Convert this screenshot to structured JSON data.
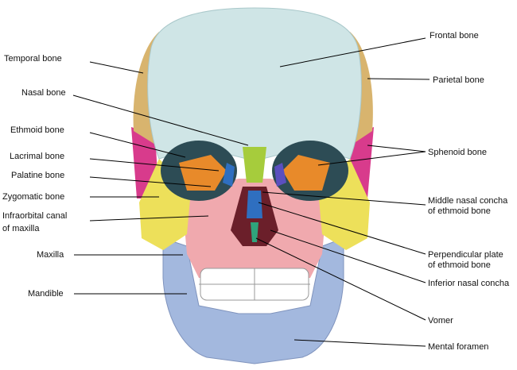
{
  "title": "Anterior view of the skull",
  "labels_left": {
    "temporal": "Temporal bone",
    "nasal": "Nasal bone",
    "ethmoid": "Ethmoid bone",
    "lacrimal": "Lacrimal bone",
    "palatine": "Palatine bone",
    "zygomatic": "Zygomatic bone",
    "infraorbital_1": "Infraorbital canal",
    "infraorbital_2": "of maxilla",
    "maxilla": "Maxilla",
    "mandible": "Mandible"
  },
  "labels_right": {
    "frontal": "Frontal bone",
    "parietal": "Parietal bone",
    "sphenoid": "Sphenoid bone",
    "middle_concha_1": "Middle nasal concha",
    "middle_concha_2": "of ethmoid bone",
    "perp_plate_1": "Perpendicular plate",
    "perp_plate_2": "of ethmoid bone",
    "inferior_concha": "Inferior nasal concha",
    "vomer": "Vomer",
    "mental_foramen": "Mental foramen"
  },
  "colors": {
    "frontal": "#cfe5e6",
    "temporal": "#d8b46e",
    "sphenoid": "#e88a2a",
    "lateral": "#d83b8c",
    "zygomatic": "#ede05a",
    "maxilla": "#f0a9ae",
    "mandible": "#a3b8de",
    "nasal": "#a6cc3c",
    "ethmoid_blue": "#2f6fc0"
  }
}
